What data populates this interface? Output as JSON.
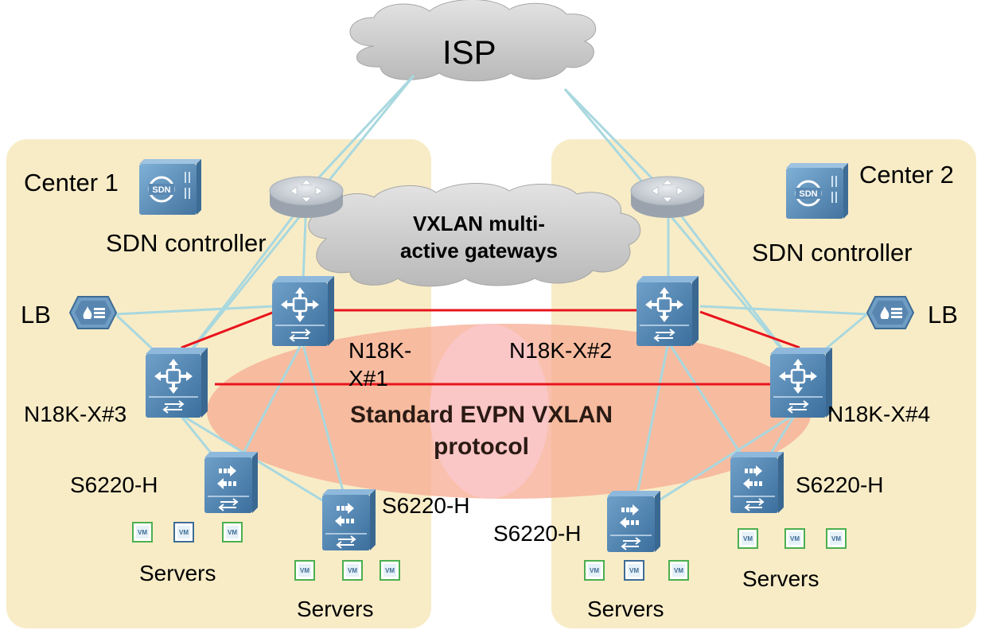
{
  "cloud": {
    "label": "ISP"
  },
  "gateway_cloud": {
    "line1": "VXLAN multi-",
    "line2": "active gateways"
  },
  "protocol": {
    "line1": "Standard EVPN VXLAN",
    "line2": "protocol"
  },
  "center1": {
    "title": "Center 1",
    "controller": "SDN controller",
    "lb": "LB",
    "core_a": "N18K-X#3",
    "core_b_line1": "N18K-",
    "core_b_line2": "X#1",
    "access_left": "S6220-H",
    "access_right": "S6220-H",
    "servers_left": "Servers",
    "servers_right": "Servers"
  },
  "center2": {
    "title": "Center 2",
    "controller": "SDN controller",
    "lb": "LB",
    "core_a": "N18K-X#2",
    "core_b": "N18K-X#4",
    "access_left": "S6220-H",
    "access_right": "S6220-H",
    "servers_left": "Servers",
    "servers_right": "Servers"
  },
  "icons": {
    "sdn": "SDN",
    "vm": "VM"
  },
  "colors": {
    "zone": "#f8ecc7",
    "link": "#a9d8df",
    "inter_link": "#e8141c",
    "switch": "#4a7fae",
    "protocol_area": "#f6b8a3",
    "cloud": "#c9c9c9"
  }
}
